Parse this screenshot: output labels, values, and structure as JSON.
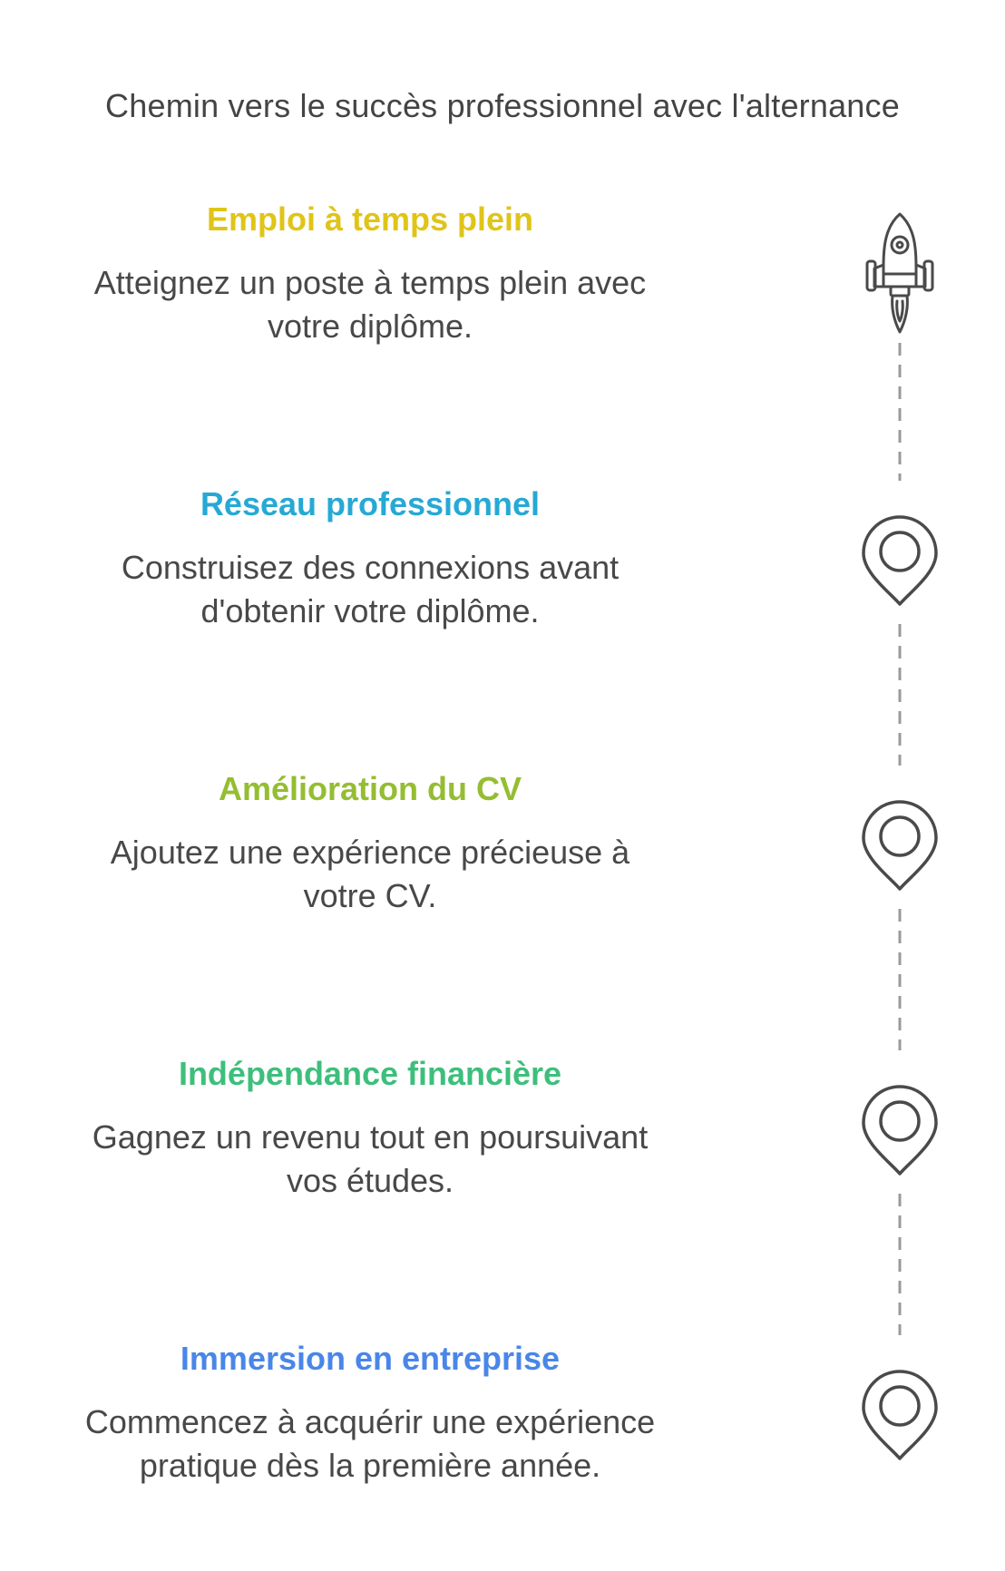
{
  "title": "Chemin vers le succès professionnel avec l'alternance",
  "steps": [
    {
      "title": "Emploi à temps plein",
      "description_lines": [
        "Atteignez un poste à temps plein avec",
        "votre diplôme."
      ],
      "color": "#e0c418",
      "icon": "rocket-icon"
    },
    {
      "title": "Réseau professionnel",
      "description_lines": [
        "Construisez des connexions avant",
        "d'obtenir votre diplôme."
      ],
      "color": "#26a9d4",
      "icon": "map-pin-icon"
    },
    {
      "title": "Amélioration du CV",
      "description_lines": [
        "Ajoutez une expérience précieuse à",
        "votre CV."
      ],
      "color": "#95bd32",
      "icon": "map-pin-icon"
    },
    {
      "title": "Indépendance financière",
      "description_lines": [
        "Gagnez un revenu tout en poursuivant",
        "vos études."
      ],
      "color": "#3dbf7b",
      "icon": "map-pin-icon"
    },
    {
      "title": "Immersion en entreprise",
      "description_lines": [
        "Commencez à acquérir une expérience",
        "pratique dès la première année."
      ],
      "color": "#4a86e8",
      "icon": "map-pin-icon"
    }
  ],
  "colors": {
    "icon_stroke": "#4a4a4a",
    "connector": "#9a9a9a",
    "text": "#484848"
  }
}
